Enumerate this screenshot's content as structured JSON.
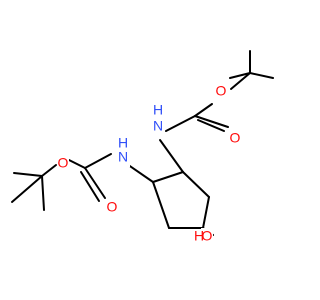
{
  "molecule": {
    "colors": {
      "bond": "#000000",
      "oxygen": "#ff0d0d",
      "nitrogen": "#3050f8",
      "background": "#ffffff"
    },
    "labels": {
      "o1": "O",
      "o2": "O",
      "n1": "N",
      "h1": "H",
      "o3": "O",
      "o4": "O",
      "n2": "N",
      "h2": "H",
      "o5": "O",
      "h3": "H"
    }
  }
}
